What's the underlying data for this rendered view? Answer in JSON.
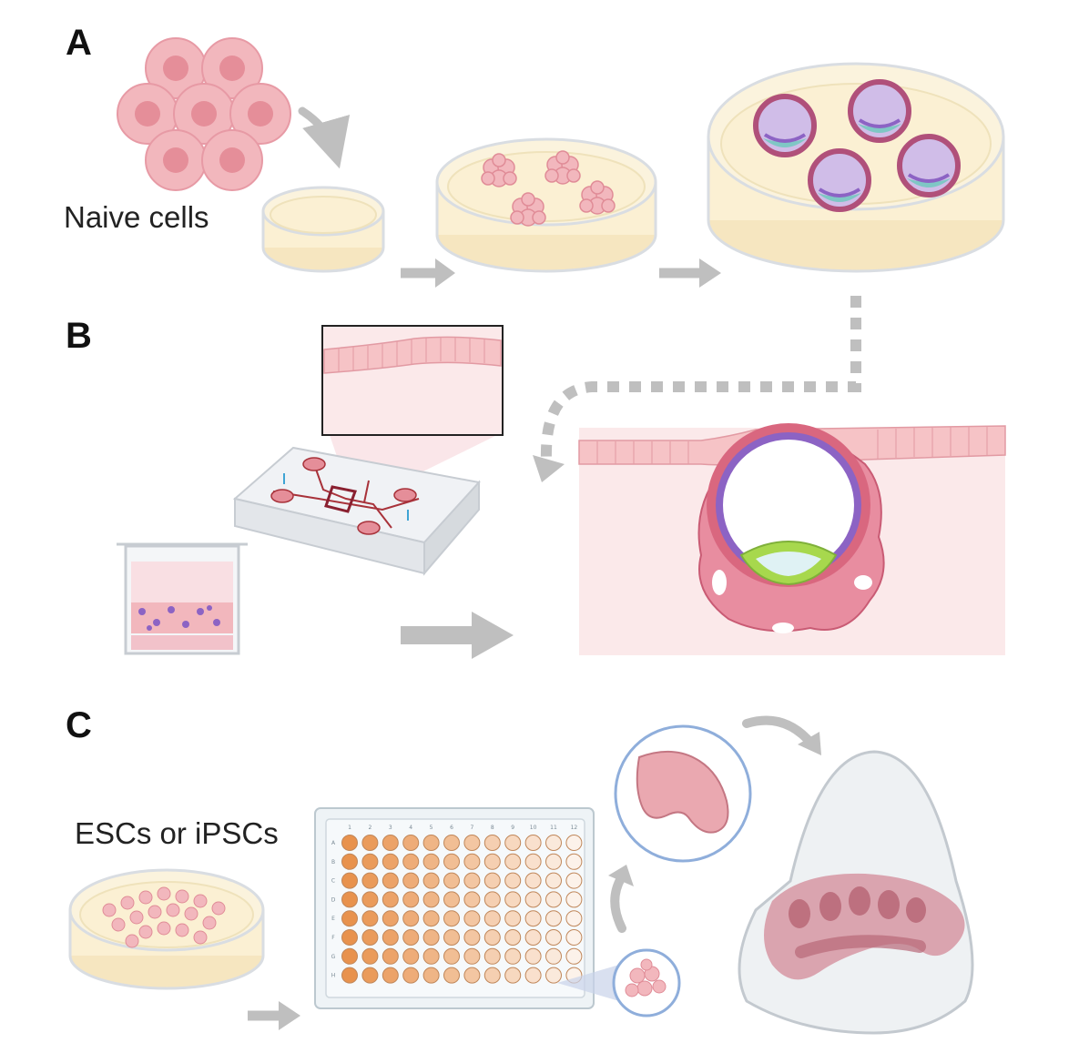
{
  "panels": {
    "a": {
      "letter": "A",
      "caption": "Naive cells"
    },
    "b": {
      "letter": "B"
    },
    "c": {
      "letter": "C",
      "caption": "ESCs or iPSCs"
    }
  },
  "plate": {
    "column_labels": [
      "1",
      "2",
      "3",
      "4",
      "5",
      "6",
      "7",
      "8",
      "9",
      "10",
      "11",
      "12"
    ],
    "row_labels": [
      "A",
      "B",
      "C",
      "D",
      "E",
      "F",
      "G",
      "H"
    ]
  },
  "colors": {
    "cell_fill": "#f2b7bd",
    "cell_nucleus": "#e58e99",
    "dish_medium": "#fbf0d3",
    "dish_rim": "#d9dde2",
    "arrow_gray": "#bfbfbf",
    "tissue_bg": "#fbe9ea",
    "epithelium": "#f6c3c6",
    "trophoblast": "#d9677f",
    "epiblast_purple": "#8c63c4",
    "hypoblast_green": "#a7d84d",
    "well_orange": "#e8924d",
    "microfluidic_red": "#a8323a"
  },
  "icons": [
    "naive-cell-cluster-icon",
    "petri-dish-icon",
    "aggregate-icon",
    "blastoid-icon",
    "microfluidic-chip-icon",
    "transwell-insert-icon",
    "implanting-embryo-icon",
    "well-plate-icon",
    "organoid-icon",
    "uterus-model-icon"
  ]
}
